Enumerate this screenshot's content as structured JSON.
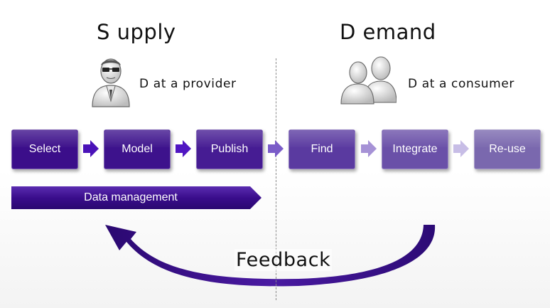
{
  "headings": {
    "supply": "S upply",
    "demand": "D emand"
  },
  "roles": {
    "provider": "D at a provider",
    "consumer": "D at a consumer"
  },
  "steps": [
    "Select",
    "Model",
    "Publish",
    "Find",
    "Integrate",
    "Re-use"
  ],
  "data_management": "Data management",
  "feedback": "Feedback",
  "colors": {
    "supply_step": "#3b0e8a",
    "demand_step": "#7a68ae",
    "arrow": "#5a1fc9",
    "feedback_arrow": "#3a0d85"
  },
  "icons": {
    "provider": "person-with-glasses-icon",
    "consumer": "people-group-icon"
  }
}
